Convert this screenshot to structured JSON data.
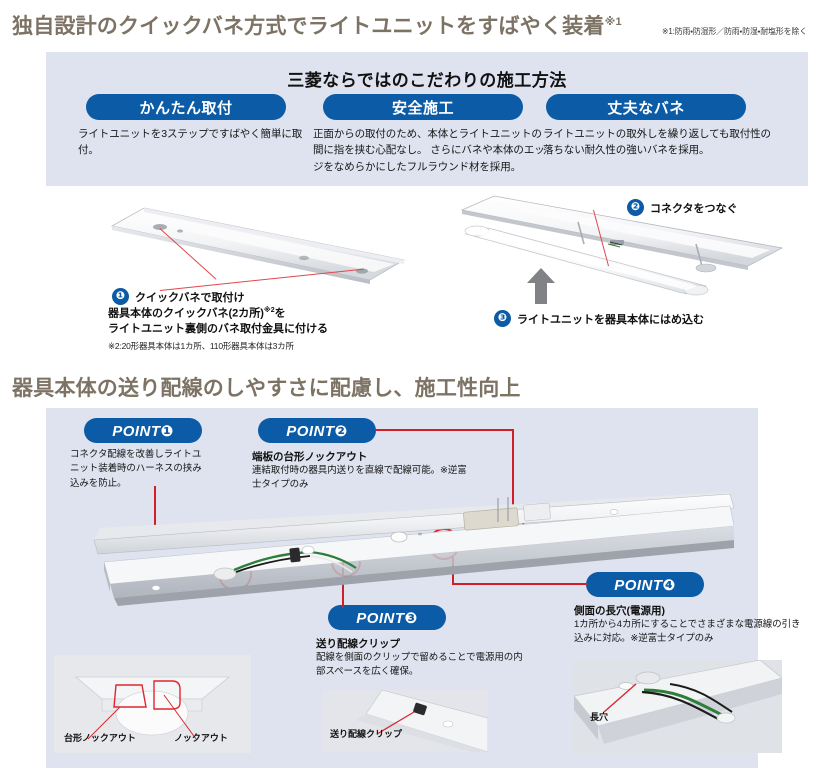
{
  "section1": {
    "heading": "独自設計のクイックバネ方式でライトユニットをすばやく装着",
    "heading_sup": "※1",
    "heading_note": "※1:防雨・防湿形／防雨・防湿・耐塩形を除く",
    "panel_title": "三菱ならではのこだわりの施工方法",
    "features": [
      {
        "pill": "かんたん取付",
        "body": "ライトユニットを3ステップですばやく簡単に取付。"
      },
      {
        "pill": "安全施工",
        "body": "正面からの取付のため、本体とライトユニットの間に指を挟む心配なし。\nさらにバネや本体のエッジをなめらかにしたフルラウンド材を採用。"
      },
      {
        "pill": "丈夫なバネ",
        "body": "ライトユニットの取外しを繰り返しても取付性の落ちない耐久性の強いバネを採用。"
      }
    ],
    "steps": [
      {
        "num": "❶",
        "label": "クイックバネで取付け",
        "detail_line1": "器具本体のクイックバネ(2カ所)",
        "detail_sup": "※2",
        "detail_line1_tail": "を",
        "detail_line2": "ライトユニット裏側のバネ取付金具に付ける",
        "note": "※2:20形器具本体は1カ所、110形器具本体は3カ所"
      },
      {
        "num": "❷",
        "label": "コネクタをつなぐ"
      },
      {
        "num": "❸",
        "label": "ライトユニットを器具本体にはめ込む"
      }
    ]
  },
  "section2": {
    "heading": "器具本体の送り配線のしやすさに配慮し、施工性向上",
    "points": [
      {
        "pill": "POINT❶",
        "title": "",
        "body": "コネクタ配線を改善しライトユニット装着時のハーネスの挟み込みを防止。"
      },
      {
        "pill": "POINT❷",
        "title": "端板の台形ノックアウト",
        "body": "連結取付時の器具内送りを直線で配線可能。※逆富士タイプのみ"
      },
      {
        "pill": "POINT❸",
        "title": "送り配線クリップ",
        "body": "配線を側面のクリップで留めることで電源用の内部スペースを広く確保。"
      },
      {
        "pill": "POINT❹",
        "title": "側面の長穴(電源用)",
        "body": "1カ所から4カ所にすることでさまざまな電源線の引き込みに対応。※逆富士タイプのみ"
      }
    ],
    "thumbnails": [
      {
        "caption_left": "台形ノックアウト",
        "caption_right": "ノックアウト"
      },
      {
        "caption": "送り配線クリップ"
      },
      {
        "caption": "長穴"
      }
    ]
  },
  "colors": {
    "accent_blue": "#0b5ba6",
    "panel_bg": "#dee3ef",
    "heading_taupe": "#7d7365",
    "leader_red": "#cf1f28"
  }
}
